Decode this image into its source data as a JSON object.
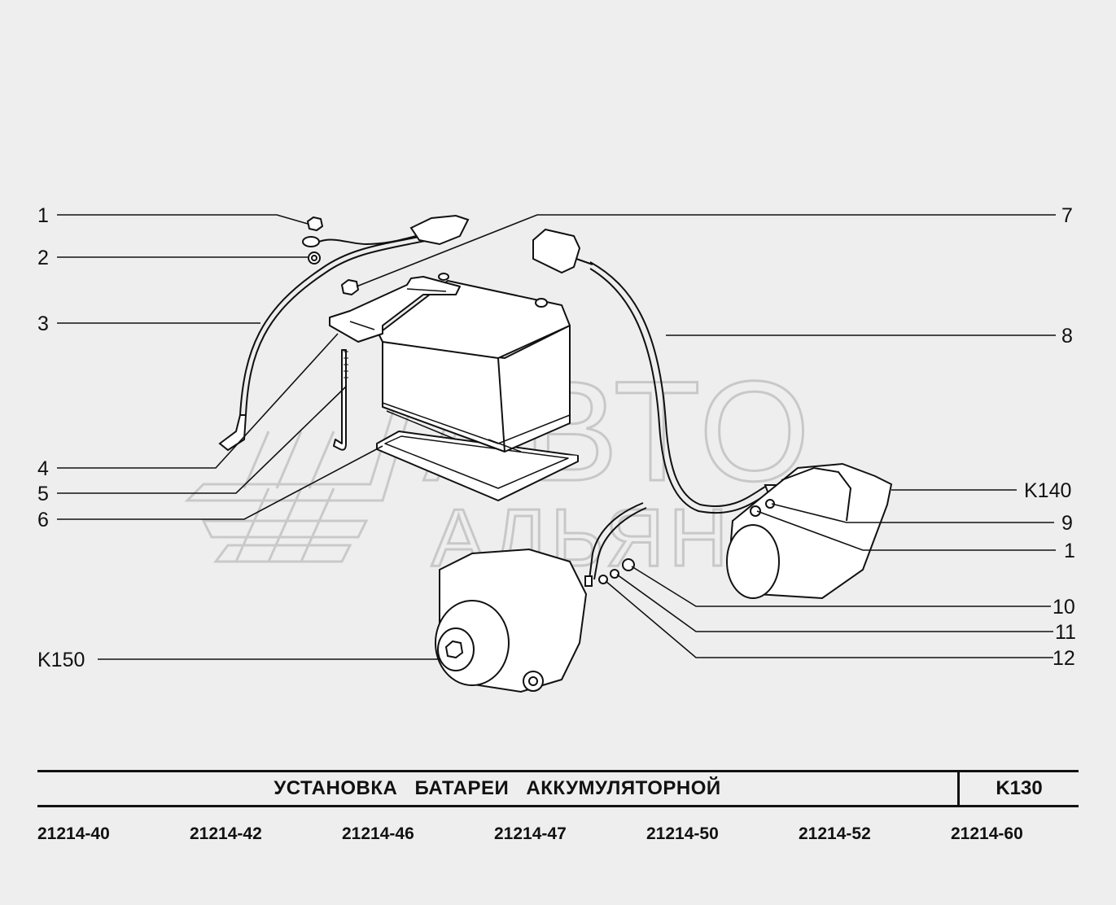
{
  "callouts": {
    "c1": "1",
    "c2": "2",
    "c3": "3",
    "c4": "4",
    "c5": "5",
    "c6": "6",
    "c7": "7",
    "c8": "8",
    "k140": "K140",
    "c9": "9",
    "c1b": "1",
    "c10": "10",
    "c11": "11",
    "c12": "12",
    "k150": "K150"
  },
  "title": {
    "main": "УСТАНОВКА   БАТАРЕИ   АККУМУЛЯТОРНОЙ",
    "code": "K130"
  },
  "models": [
    "21214-40",
    "21214-42",
    "21214-46",
    "21214-47",
    "21214-50",
    "21214-52",
    "21214-60"
  ],
  "watermark": {
    "line1": "АВТО",
    "line2": "АЛЬЯНС"
  },
  "colors": {
    "background": "#eeeeee",
    "ink": "#111111",
    "watermark": "#cfcfcf"
  }
}
